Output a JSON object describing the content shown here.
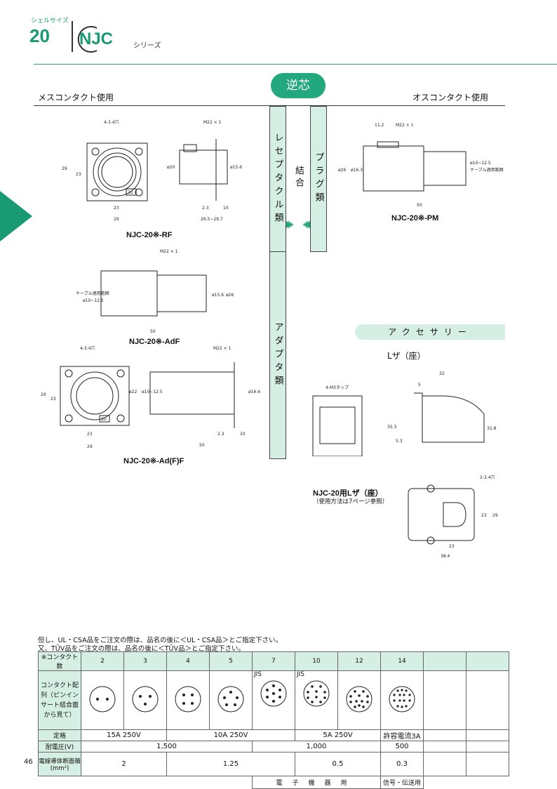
{
  "header": {
    "shell_label": "シェルサイズ",
    "shell_size": "20",
    "series_name": "NJC",
    "series_suffix": "シリーズ"
  },
  "center_badge": "逆芯",
  "section": {
    "left": "メスコンタクト使用",
    "right": "オスコンタクト使用"
  },
  "vertical_boxes": {
    "receptacle": "レセプタクル類",
    "mate": "結合",
    "plug": "プラグ類",
    "adapter": "アダプタ類"
  },
  "captions": {
    "rf": "NJC-20※-RF",
    "pm": "NJC-20※-PM",
    "adf": "NJC-20※-AdF",
    "adff": "NJC-20※-Ad(F)F",
    "lza": "NJC-20用Lザ（座）",
    "lza_note": "（使用方法は7ページ参照）"
  },
  "accessory": {
    "title": "アクセサリー",
    "subtitle": "Lザ（座）"
  },
  "dims": {
    "hole4": "4-3.4穴",
    "m22": "M22 × 1",
    "d29": "29",
    "d23": "23",
    "d20": "ø20",
    "d156": "ø15.6",
    "d26": "ø26",
    "d163": "ø16.3",
    "d23b": "2.3",
    "d10": "10",
    "d26529": "26.5~29.7",
    "d112": "11.2",
    "d50": "50",
    "cable": "ケーブル適用範囲",
    "cable_range": "ø10~12.5",
    "d22": "ø22",
    "d166": "ø16.6",
    "m3": "4-M3タップ",
    "d32": "32",
    "d5": "5",
    "d353": "35.3",
    "d328": "32.8",
    "d53": "5.3",
    "hole2": "2-3.4穴",
    "d384": "38.4",
    "mark20": "20"
  },
  "notes": [
    "但し、UL・CSA品をご注文の際は、品名の後に＜UL・CSA品＞とご指定下さい。",
    "又、TÜV品をご注文の際は、品名の後に＜TÜV品＞とご指定下さい。"
  ],
  "table": {
    "h_contacts": "※コンタクト数",
    "contacts": [
      "2",
      "3",
      "4",
      "5",
      "7",
      "10",
      "12",
      "14"
    ],
    "jis": "JIS",
    "h_layout": "コンタクト配列（ピンインサート結合面から見て）",
    "h_rating": "定格",
    "ratings": [
      "15A 250V",
      "10A 250V",
      "5A 250V",
      "許容電流3A"
    ],
    "h_voltage": "耐電圧(V)",
    "voltages": [
      "1,500",
      "1,000",
      "500"
    ],
    "h_area": "電線導体断面積(mm²)",
    "areas": [
      "2",
      "1.25",
      "0.5",
      "0.3"
    ],
    "use_power": "電子機器用",
    "use_signal": "信号・伝送用"
  },
  "page_number": "46"
}
